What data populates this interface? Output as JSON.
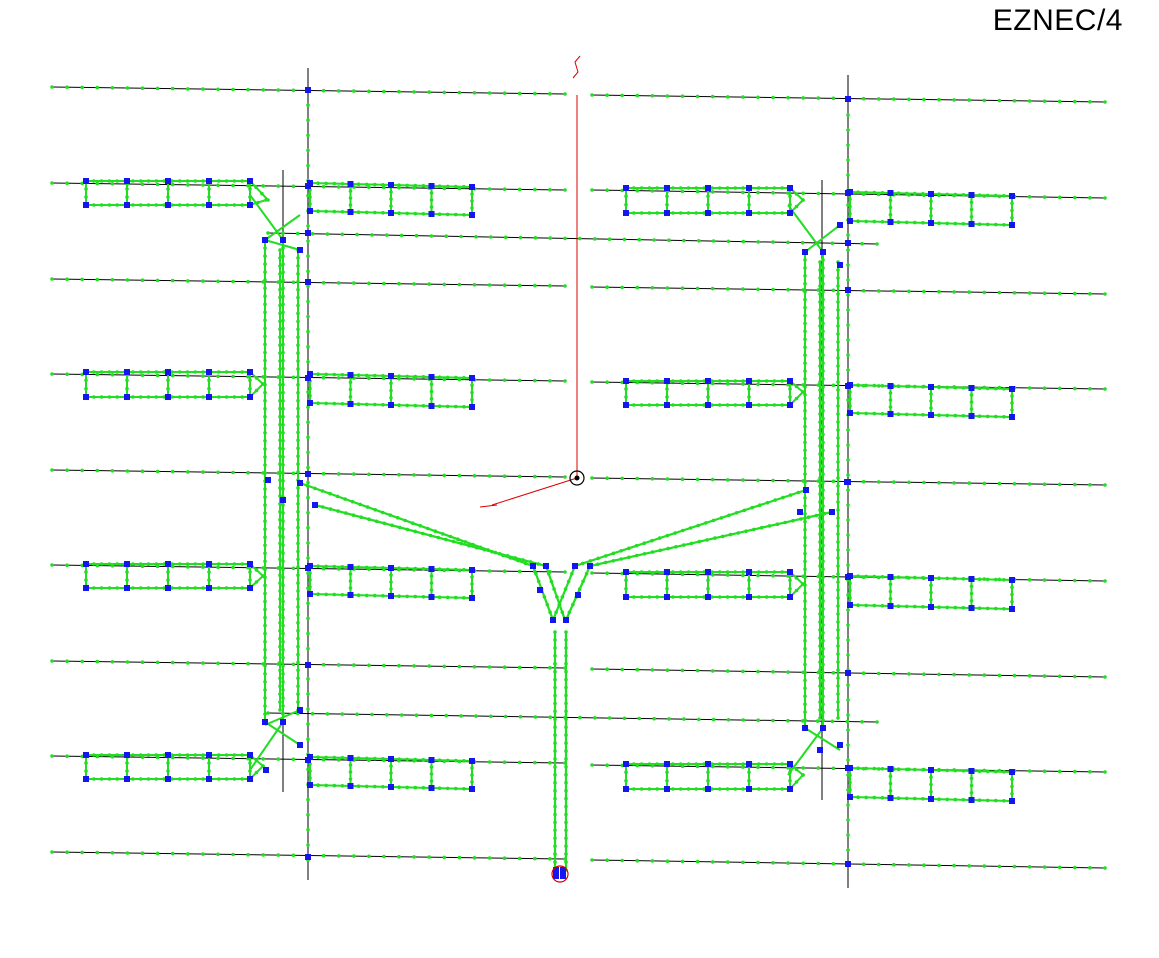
{
  "app": {
    "title": "EZNEC/4"
  },
  "colors": {
    "background": "#ffffff",
    "wire": "#000000",
    "segment_marker": "#22dd22",
    "wire_end": "#1515ee",
    "axis": "#dd0000",
    "source_marker": "#dd0000"
  },
  "view": {
    "elements": [
      "antenna-wire-geometry",
      "segment-dots",
      "wire-junctions",
      "coordinate-axes",
      "feed-source"
    ]
  }
}
